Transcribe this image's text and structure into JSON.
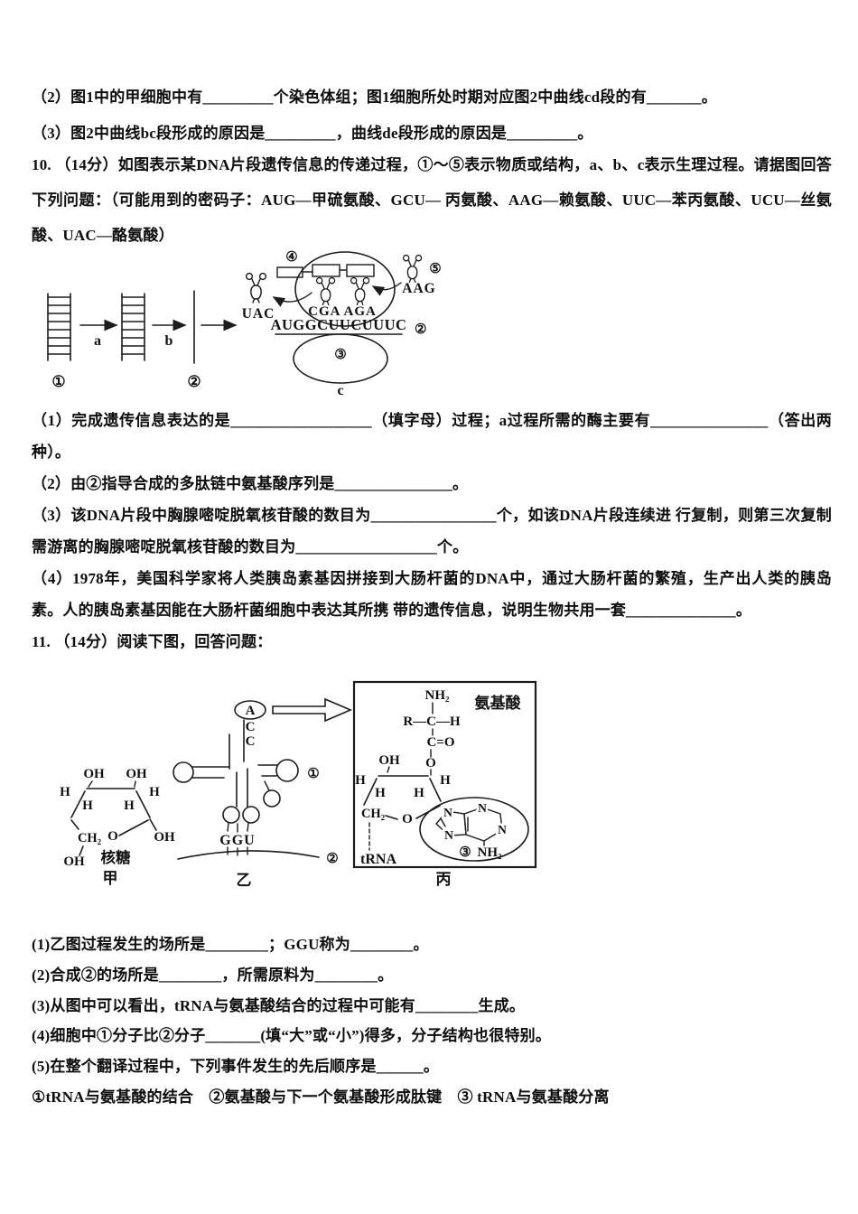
{
  "page": {
    "background": "#ffffff",
    "ink": "#111111"
  },
  "pre_questions": {
    "part2": "（2）图1中的甲细胞中有_________个染色体组；图1细胞所处时期对应图2中曲线cd段的有_______。",
    "part3": "（3）图2中曲线bc段形成的原因是_________，曲线de段形成的原因是_________。"
  },
  "q10": {
    "stem": "10. （14分）如图表示某DNA片段遗传信息的传递过程，①～⑤表示物质或结构，a、b、c表示生理过程。请据图回答下列问题：（可能用到的密码子：AUG—甲硫氨酸、GCU— 丙氨酸、AAG—赖氨酸、UUC—苯丙氨酸、UCU—丝氨酸、UAC—酪氨酸）",
    "part1": "（1）完成遗传信息表达的是__________________（填字母）过程；a过程所需的酶主要有_______________（答出两种）。",
    "part2": "（2）由②指导合成的多肽链中氨基酸序列是_______________。",
    "part3": "（3）该DNA片段中胸腺嘧啶脱氧核苷酸的数目为________________个，如该DNA片段连续进 行复制，则第三次复制需游离的胸腺嘧啶脱氧核苷酸的数目为__________________个。",
    "part4": "（4）1978年，美国科学家将人类胰岛素基因拼接到大肠杆菌的DNA中，通过大肠杆菌的繁殖，生产出人类的胰岛素。人的胰岛素基因能在大肠杆菌细胞中表达其所携 带的遗传信息，说明生物共用一套______________。",
    "diagram": {
      "dna_label": "①",
      "process_a": "a",
      "process_b": "b",
      "strand_label": "②",
      "leaving_anticodon": "UAC",
      "peptide_label": "④",
      "anticodons": "CGA AGA",
      "incoming_anticodon": "AAG",
      "incoming_label": "⑤",
      "mrna_sequence": "AUGGCUUCUUUC",
      "mrna_label": "②",
      "subunit_label": "③",
      "process_c": "c"
    }
  },
  "q11": {
    "stem": "11. （14分）阅读下图，回答问题：",
    "part1": "(1)乙图过程发生的场所是________；GGU称为________。",
    "part2": "(2)合成②的场所是________，所需原料为________。",
    "part3": "(3)从图中可以看出，tRNA与氨基酸结合的过程中可能有________生成。",
    "part4": "(4)细胞中①分子比②分子_______(填“大”或“小”)得多，分子结构也很特别。",
    "part5": "(5)在整个翻译过程中，下列事件发生的先后顺序是______。",
    "part5_options": "①tRNA与氨基酸的结合　②氨基酸与下一个氨基酸形成肽键　③ tRNA与氨基酸分离",
    "diagram": {
      "ribose": {
        "oh": "OH",
        "h": "H",
        "ch2": "CH₂",
        "o": "O",
        "caption": "核糖",
        "tag": "甲"
      },
      "trna": {
        "base_a": "A",
        "base_c": "C",
        "arm_label": "①",
        "anticodon": "GGU",
        "mrna_label": "②",
        "tag": "乙"
      },
      "amino": {
        "title": "氨基酸",
        "nh2": "NH₂",
        "backbone": "R—C—H",
        "carboxyl": "C=O",
        "o": "O",
        "oh": "OH",
        "h": "H",
        "ch2": "CH₂",
        "ring_o": "O",
        "n": "N",
        "base_label": "③",
        "trna_text": "tRNA",
        "tag": "丙"
      }
    }
  }
}
